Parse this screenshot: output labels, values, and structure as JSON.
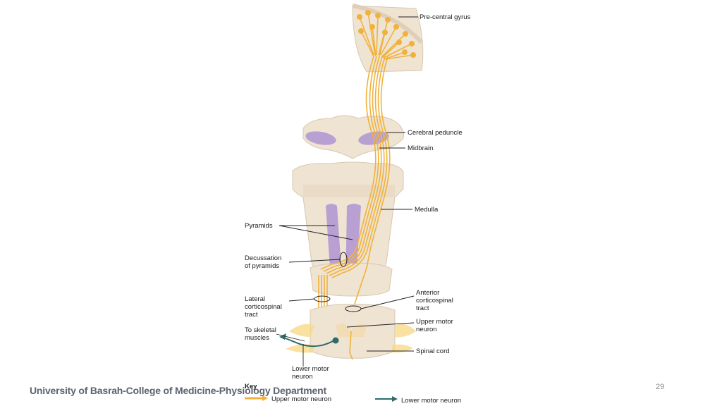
{
  "labels": {
    "precentral": "Pre-central gyrus",
    "peduncle": "Cerebral peduncle",
    "midbrain": "Midbrain",
    "medulla": "Medulla",
    "pyramids": "Pyramids",
    "decussation_1": "Decussation",
    "decussation_2": "of pyramids",
    "lateral_1": "Lateral",
    "lateral_2": "corticospinal",
    "lateral_3": "tract",
    "anterior_1": "Anterior",
    "anterior_2": "corticospinal",
    "anterior_3": "tract",
    "umn_1": "Upper motor",
    "umn_2": "neuron",
    "skeletal_1": "To skeletal",
    "skeletal_2": "muscles",
    "spinal": "Spinal cord",
    "lmn_1": "Lower motor",
    "lmn_2": "neuron"
  },
  "key": {
    "title": "Key",
    "upper": "Upper motor neuron",
    "lower": "Lower motor neuron"
  },
  "colors": {
    "upper_motor_neuron": "#f0b23c",
    "lower_motor_neuron": "#2e6b6b",
    "tissue": "#efe3d2",
    "pyramid": "#b9a0d2"
  },
  "footer": "University of Basrah-College of Medicine-Physiology Department",
  "page_number": "29"
}
